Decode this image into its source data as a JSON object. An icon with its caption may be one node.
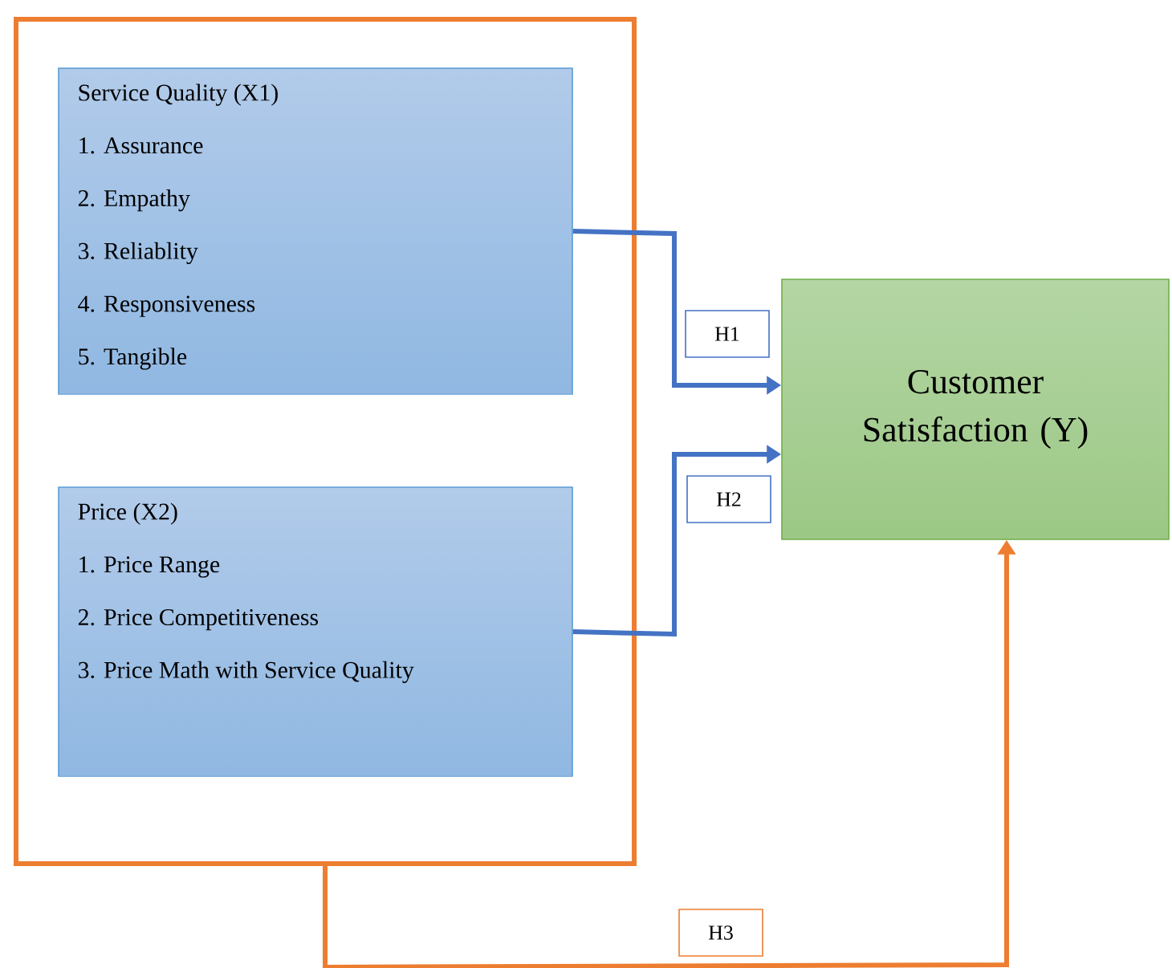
{
  "diagram": {
    "nodes": [
      {
        "text": [],
        "shape": "box"
      },
      {
        "text": [
          "Service Quality (X1)",
          "1. Assurance",
          "2. Empathy",
          "3. Reliablity",
          "4. Responsiveness",
          "5. Tangible"
        ],
        "in": 0
      },
      {
        "text": [
          "Price  (X2)",
          "1. Price Range",
          "2. Price Competitiveness",
          "3. Price Math with Service Quality"
        ],
        "in": 0
      },
      {
        "text": [
          "Customer Satisfaction (Y)"
        ]
      }
    ],
    "edges": [
      {
        "from": 1,
        "to": 3,
        "arrow": "to",
        "label": "H1",
        "color": "#4472c4"
      },
      {
        "from": 2,
        "to": 3,
        "arrow": "to",
        "label": "H2",
        "color": "#4472c4"
      },
      {
        "from": 0,
        "to": 3,
        "arrow": "to",
        "label": "H3",
        "color": "#ed7d31"
      }
    ]
  }
}
